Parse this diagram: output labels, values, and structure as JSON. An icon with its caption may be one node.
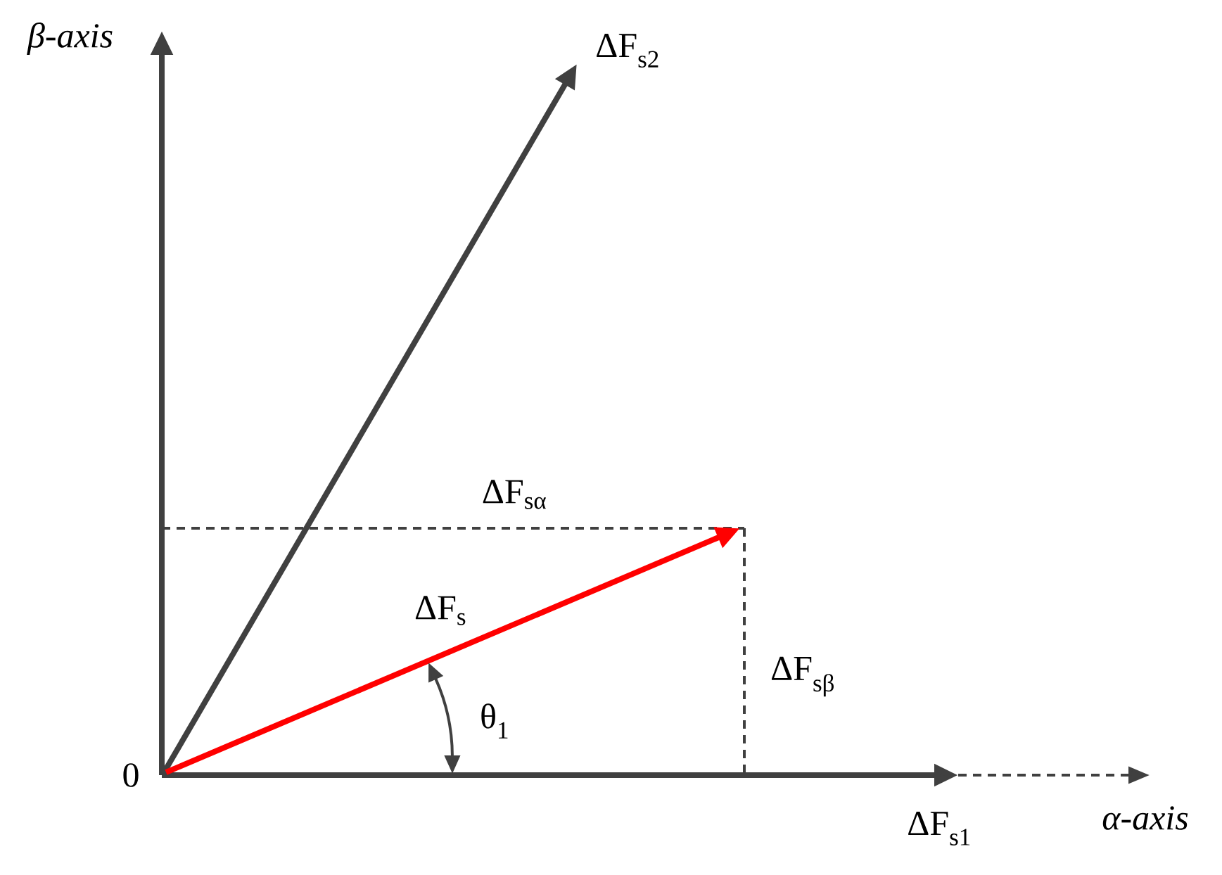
{
  "diagram": {
    "labels": [
      "β-axis",
      "ΔF$_{s2}$",
      "ΔF$_{sα}$",
      "ΔF$_{s}$",
      "ΔF$_{sβ}$",
      "θ$_{1}$",
      "0",
      "ΔF$_{s1}$",
      "α-axis"
    ]
  }
}
